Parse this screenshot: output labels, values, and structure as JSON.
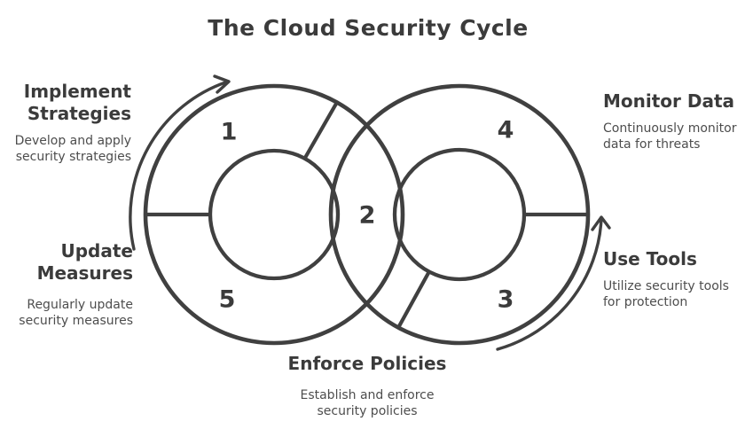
{
  "title": "The Cloud Security Cycle",
  "colors": {
    "stroke": "#404040",
    "heading": "#3b3b3b",
    "body": "#4d4d4d"
  },
  "steps": [
    {
      "num": "1",
      "title": "Implement\nStrategies",
      "desc": "Develop and apply\nsecurity strategies"
    },
    {
      "num": "2",
      "title": "Enforce Policies",
      "desc": "Establish and enforce\nsecurity policies"
    },
    {
      "num": "3",
      "title": "Use Tools",
      "desc": "Utilize security tools\nfor protection"
    },
    {
      "num": "4",
      "title": "Monitor Data",
      "desc": "Continuously monitor\ndata for threats"
    },
    {
      "num": "5",
      "title": "Update\nMeasures",
      "desc": "Regularly update\nsecurity measures"
    }
  ]
}
